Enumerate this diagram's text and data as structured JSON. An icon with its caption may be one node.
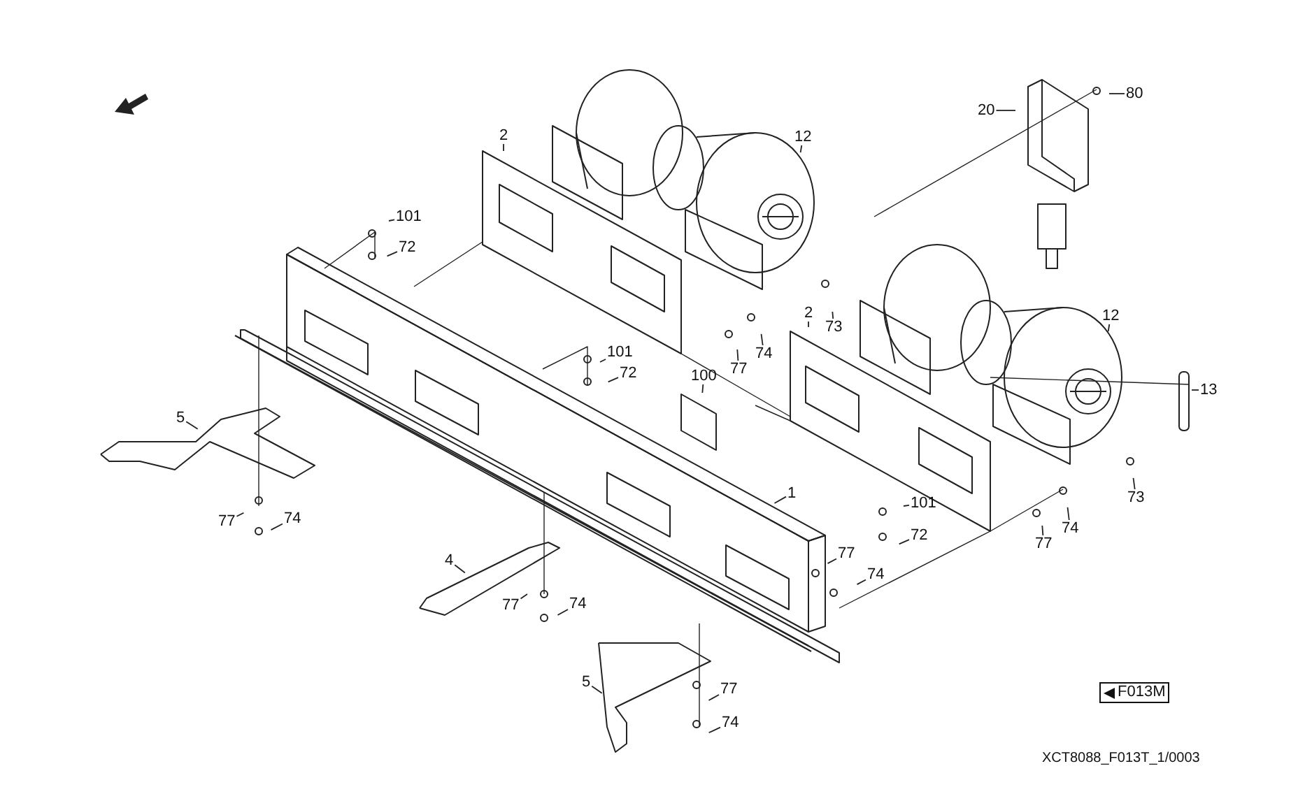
{
  "diagram": {
    "nodes": [
      {
        "text": [
          "2"
        ]
      },
      {
        "text": [
          "101"
        ]
      },
      {
        "text": [
          "72"
        ]
      },
      {
        "text": [
          "12"
        ]
      },
      {
        "text": [
          "20"
        ]
      },
      {
        "text": [
          "80"
        ]
      },
      {
        "text": [
          "101"
        ]
      },
      {
        "text": [
          "72"
        ]
      },
      {
        "text": [
          "77"
        ]
      },
      {
        "text": [
          "74"
        ]
      },
      {
        "text": [
          "73"
        ]
      },
      {
        "text": [
          "2"
        ]
      },
      {
        "text": [
          "100"
        ]
      },
      {
        "text": [
          "12"
        ]
      },
      {
        "text": [
          "13"
        ]
      },
      {
        "text": [
          "5"
        ]
      },
      {
        "text": [
          "1"
        ]
      },
      {
        "text": [
          "101"
        ]
      },
      {
        "text": [
          "72"
        ]
      },
      {
        "text": [
          "73"
        ]
      },
      {
        "text": [
          "77"
        ]
      },
      {
        "text": [
          "74"
        ]
      },
      {
        "text": [
          "77"
        ]
      },
      {
        "text": [
          "74"
        ]
      },
      {
        "text": [
          "77"
        ]
      },
      {
        "text": [
          "74"
        ]
      },
      {
        "text": [
          "4"
        ]
      },
      {
        "text": [
          "77"
        ]
      },
      {
        "text": [
          "74"
        ]
      },
      {
        "text": [
          "5"
        ]
      },
      {
        "text": [
          "77"
        ]
      },
      {
        "text": [
          "74"
        ]
      }
    ],
    "edges": [
      {
        "from": 0,
        "to": null,
        "arrow": "none"
      },
      {
        "from": 1,
        "to": null,
        "arrow": "none"
      },
      {
        "from": 2,
        "to": null,
        "arrow": "none"
      },
      {
        "from": 3,
        "to": null,
        "arrow": "none"
      },
      {
        "from": 4,
        "to": null,
        "arrow": "none"
      },
      {
        "from": 5,
        "to": null,
        "arrow": "none"
      },
      {
        "from": 6,
        "to": null,
        "arrow": "none"
      },
      {
        "from": 7,
        "to": null,
        "arrow": "none"
      },
      {
        "from": 8,
        "to": null,
        "arrow": "none"
      },
      {
        "from": 9,
        "to": null,
        "arrow": "none"
      },
      {
        "from": 10,
        "to": null,
        "arrow": "none"
      },
      {
        "from": 11,
        "to": null,
        "arrow": "none"
      },
      {
        "from": 12,
        "to": null,
        "arrow": "none"
      },
      {
        "from": 13,
        "to": null,
        "arrow": "none"
      },
      {
        "from": 14,
        "to": null,
        "arrow": "none"
      },
      {
        "from": 15,
        "to": null,
        "arrow": "none"
      },
      {
        "from": 16,
        "to": null,
        "arrow": "none"
      },
      {
        "from": 17,
        "to": null,
        "arrow": "none"
      },
      {
        "from": 18,
        "to": null,
        "arrow": "none"
      },
      {
        "from": 19,
        "to": null,
        "arrow": "none"
      },
      {
        "from": 20,
        "to": null,
        "arrow": "none"
      },
      {
        "from": 21,
        "to": null,
        "arrow": "none"
      },
      {
        "from": 22,
        "to": null,
        "arrow": "none"
      },
      {
        "from": 23,
        "to": null,
        "arrow": "none"
      },
      {
        "from": 24,
        "to": null,
        "arrow": "none"
      },
      {
        "from": 25,
        "to": null,
        "arrow": "none"
      },
      {
        "from": 26,
        "to": null,
        "arrow": "none"
      },
      {
        "from": 27,
        "to": null,
        "arrow": "none"
      },
      {
        "from": 28,
        "to": null,
        "arrow": "none"
      },
      {
        "from": 29,
        "to": null,
        "arrow": "none"
      },
      {
        "from": 30,
        "to": null,
        "arrow": "none"
      },
      {
        "from": 31,
        "to": null,
        "arrow": "none"
      }
    ],
    "labels": [
      "F013M",
      "XCT8088_F013T_1/0003"
    ]
  }
}
